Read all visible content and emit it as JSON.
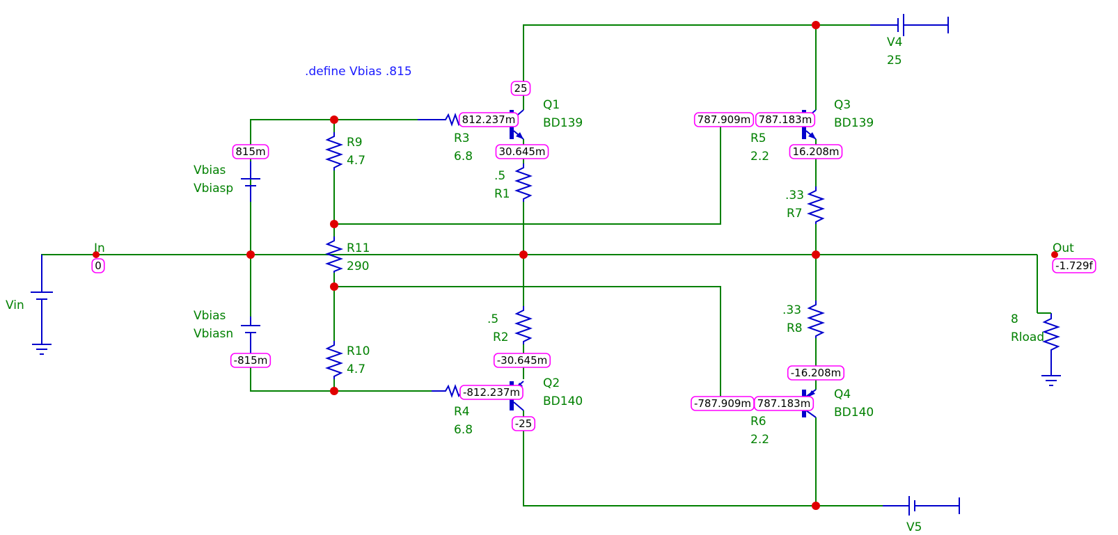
{
  "directive": ".define Vbias .815",
  "net_labels": {
    "in": "In",
    "out": "Out"
  },
  "components": {
    "Q1": {
      "ref": "Q1",
      "model": "BD139"
    },
    "Q2": {
      "ref": "Q2",
      "model": "BD140"
    },
    "Q3": {
      "ref": "Q3",
      "model": "BD139"
    },
    "Q4": {
      "ref": "Q4",
      "model": "BD140"
    },
    "R1": {
      "ref": "R1",
      "value": ".5"
    },
    "R2": {
      "ref": "R2",
      "value": ".5"
    },
    "R3": {
      "ref": "R3",
      "value": "6.8"
    },
    "R4": {
      "ref": "R4",
      "value": "6.8"
    },
    "R5": {
      "ref": "R5",
      "value": "2.2"
    },
    "R6": {
      "ref": "R6",
      "value": "2.2"
    },
    "R7": {
      "ref": "R7",
      "value": ".33"
    },
    "R8": {
      "ref": "R8",
      "value": ".33"
    },
    "R9": {
      "ref": "R9",
      "value": "4.7"
    },
    "R10": {
      "ref": "R10",
      "value": "4.7"
    },
    "R11": {
      "ref": "R11",
      "value": "290"
    },
    "Rload": {
      "ref": "Rload",
      "value": "8"
    },
    "Vbiasp": {
      "ref": "Vbiasp",
      "value": "Vbias"
    },
    "Vbiasn": {
      "ref": "Vbiasn",
      "value": "Vbias"
    },
    "Vin": {
      "ref": "Vin"
    },
    "V4": {
      "ref": "V4",
      "value": "25"
    },
    "V5": {
      "ref": "V5"
    }
  },
  "voltages": {
    "in": "0",
    "vbiasp_top": "815m",
    "vbiasn_bot": "-815m",
    "q1_collector": "25",
    "q1_base": "812.237m",
    "q1_emitter": "30.645m",
    "q2_emitter": "-30.645m",
    "q2_base": "-812.237m",
    "q2_collector": "-25",
    "q3_base_left": "787.909m",
    "q3_base_right": "787.183m",
    "q3_emitter": "16.208m",
    "q4_emitter": "-16.208m",
    "q4_base_left": "-787.909m",
    "q4_base_right": "787.183m",
    "out": "-1.729f"
  },
  "colors": {
    "wire": "#008000",
    "component": "#0000cc",
    "node_dot": "#e00000",
    "voltage_flag_border": "#ff00ff",
    "directive": "#1a1aff"
  }
}
